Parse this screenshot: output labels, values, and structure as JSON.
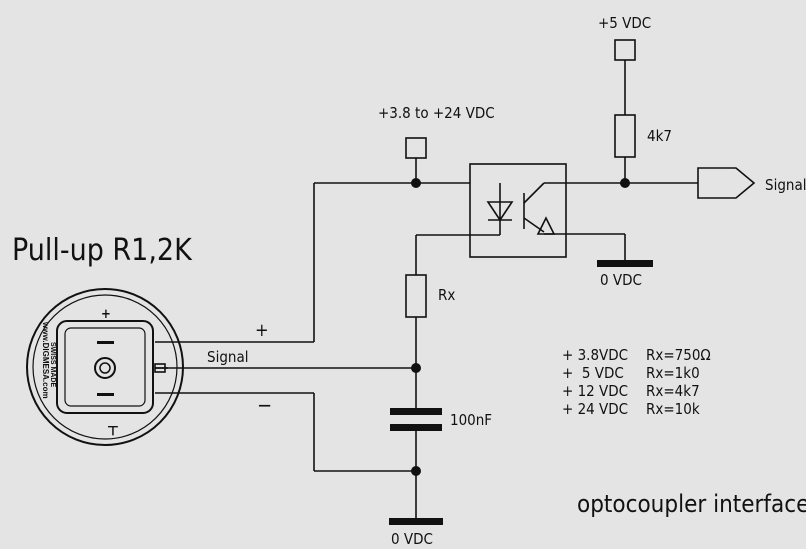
{
  "title": "Pull-up R1,2K",
  "caption": "optocoupler interface",
  "supply_top": "+5 VDC",
  "supply_input": "+3.8 to +24 VDC",
  "pullup_resistor": "4k7",
  "output_signal": "Signal",
  "ground_opto": "0 VDC",
  "ground_bottom": "0 VDC",
  "rx_label": "Rx",
  "capacitor_label": "100nF",
  "sensor": {
    "brand_text": "www.DIGMESA.com",
    "made_text": "SWISS MADE",
    "pin_plus": "+",
    "pin_minus": "⊢",
    "wire_plus": "+",
    "wire_signal": "Signal",
    "wire_minus": "−"
  },
  "rx_table": [
    {
      "voltage": "+ 3.8VDC",
      "rx": "Rx=750Ω"
    },
    {
      "voltage": "+  5 VDC",
      "rx": "Rx=1k0"
    },
    {
      "voltage": "+ 12 VDC",
      "rx": "Rx=4k7"
    },
    {
      "voltage": "+ 24 VDC",
      "rx": "Rx=10k"
    }
  ],
  "colors": {
    "background": "#e4e4e4",
    "line": "#111111"
  }
}
